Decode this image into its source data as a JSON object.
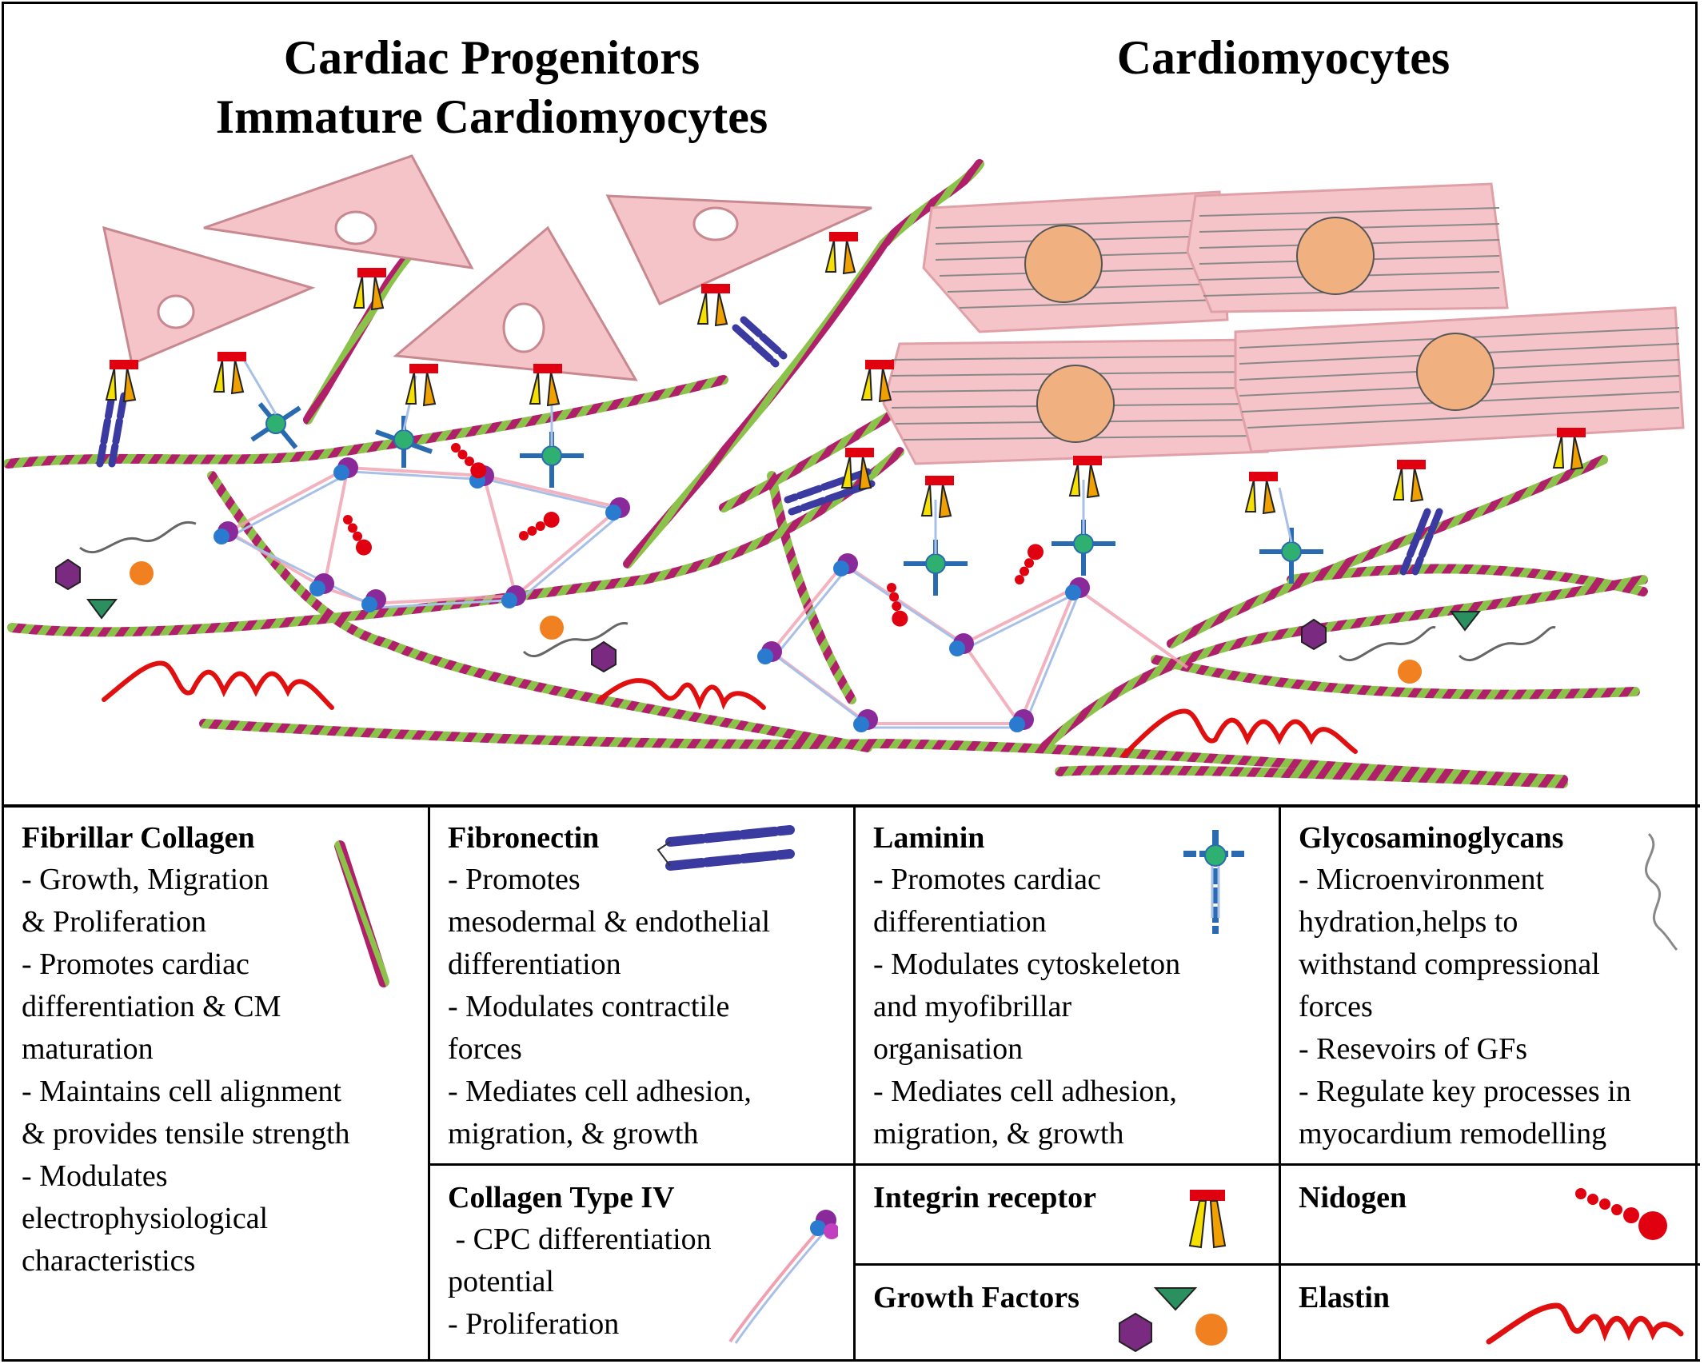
{
  "titles": {
    "left_line1": "Cardiac Progenitors",
    "left_line2": "Immature Cardiomyocytes",
    "right": "Cardiomyocytes"
  },
  "legend": {
    "fibrillar_collagen": {
      "title": "Fibrillar Collagen",
      "lines": [
        "- Growth, Migration",
        "& Proliferation",
        "- Promotes cardiac",
        "differentiation & CM",
        "maturation",
        "- Maintains cell alignment",
        "& provides tensile strength",
        "- Modulates",
        "electrophysiological",
        "characteristics"
      ]
    },
    "fibronectin": {
      "title": "Fibronectin",
      "lines": [
        "- Promotes",
        "mesodermal & endothelial",
        "differentiation",
        "- Modulates contractile",
        "forces",
        "- Mediates cell adhesion,",
        "migration, & growth"
      ]
    },
    "laminin": {
      "title": "Laminin",
      "lines": [
        "- Promotes cardiac",
        "differentiation",
        "- Modulates cytoskeleton",
        "and myofibrillar",
        "organisation",
        "- Mediates cell adhesion,",
        "migration, & growth"
      ]
    },
    "glycosaminoglycans": {
      "title": "Glycosaminoglycans",
      "lines": [
        "- Microenvironment",
        "hydration,helps to",
        "withstand compressional",
        "forces",
        "- Resevoirs of GFs",
        "- Regulate key processes in",
        "myocardium remodelling"
      ]
    },
    "collagen_iv": {
      "title": "Collagen Type IV",
      "lines": [
        " - CPC differentiation",
        "potential",
        "- Proliferation"
      ]
    },
    "integrin": {
      "title": "Integrin receptor"
    },
    "nidogen": {
      "title": "Nidogen"
    },
    "growth_factors": {
      "title": "Growth Factors"
    },
    "elastin": {
      "title": "Elastin"
    }
  },
  "colors": {
    "cell_pink": "#f4c4c8",
    "nucleus_orange": "#f0b080",
    "collagen_green": "#8bc34a",
    "collagen_magenta": "#b0206a",
    "integrin_red": "#e00010",
    "integrin_yellow": "#f5e000",
    "integrin_orange": "#f0a000",
    "fibronectin_blue": "#3a3aa0",
    "laminin_blue": "#2a6ab0",
    "laminin_green": "#30b070",
    "elastin_red": "#e01010",
    "nidogen_red": "#e00010",
    "gf_purple": "#7a2a80",
    "gf_green": "#2a9060",
    "gf_orange": "#f08020",
    "col4_purple": "#8a2a9a",
    "col4_blue": "#2a7ad0"
  }
}
